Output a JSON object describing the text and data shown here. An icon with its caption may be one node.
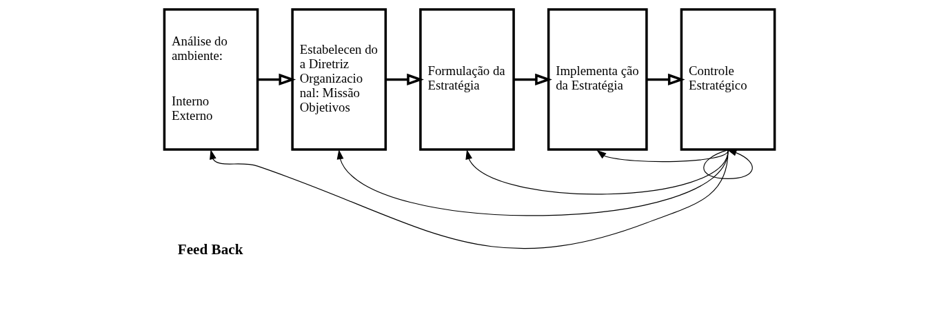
{
  "diagram": {
    "nodes": [
      {
        "text": [
          "Análise do ambiente:",
          "Interno Externo"
        ]
      },
      {
        "text": [
          "Estabelecen do a Diretriz Organizacio nal: Missão Objetivos"
        ]
      },
      {
        "text": [
          "Formulação da Estratégia"
        ]
      },
      {
        "text": [
          "Implementa ção da Estratégia"
        ]
      },
      {
        "text": [
          "Controle Estratégico"
        ]
      }
    ],
    "edges": [
      {
        "from": 0,
        "to": 1,
        "arrow": "to",
        "style": "thick"
      },
      {
        "from": 1,
        "to": 2,
        "arrow": "to",
        "style": "thick"
      },
      {
        "from": 2,
        "to": 3,
        "arrow": "to",
        "style": "thick"
      },
      {
        "from": 3,
        "to": 4,
        "arrow": "to",
        "style": "thick"
      },
      {
        "from": 4,
        "to": 0,
        "arrow": "to"
      },
      {
        "from": 4,
        "to": 1,
        "arrow": "to"
      },
      {
        "from": 4,
        "to": 2,
        "arrow": "to"
      },
      {
        "from": 4,
        "to": 3,
        "arrow": "to"
      },
      {
        "from": 4,
        "to": 4,
        "arrow": "to"
      }
    ],
    "labels": [
      "Feed Back"
    ]
  }
}
